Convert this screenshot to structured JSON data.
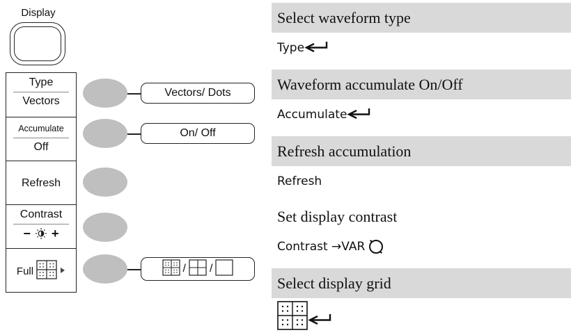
{
  "front_panel": {
    "display_key_label": "Display"
  },
  "menu": {
    "type": {
      "title": "Type",
      "value": "Vectors",
      "options": "Vectors/ Dots"
    },
    "accumulate": {
      "title": "Accumulate",
      "value": "Off",
      "options": "On/ Off"
    },
    "refresh": {
      "label": "Refresh"
    },
    "contrast": {
      "title": "Contrast",
      "minus": "−",
      "plus": "+"
    },
    "grid": {
      "label": "Full",
      "sep1": "/",
      "sep2": "/"
    }
  },
  "descriptions": [
    {
      "title": "Select waveform type",
      "keys": "Type"
    },
    {
      "title": "Waveform accumulate On/Off",
      "keys": "Accumulate"
    },
    {
      "title": "Refresh accumulation",
      "keys": "Refresh"
    },
    {
      "title": "Set display contrast",
      "keys": "Contrast →VAR"
    },
    {
      "title": "Select display grid",
      "keys": ""
    }
  ],
  "icons": {
    "enter": "enter-arrow-icon",
    "var_knob": "var-knob-icon",
    "grid_full": "grid-full-icon",
    "grid_cross": "grid-cross-icon",
    "grid_frame": "grid-frame-icon",
    "brightness": "brightness-icon",
    "submenu_arrow": "submenu-arrow-icon"
  },
  "colors": {
    "softkey": "#bfbfbf",
    "row_shade": "#d9d9d9",
    "outline": "#222222"
  }
}
